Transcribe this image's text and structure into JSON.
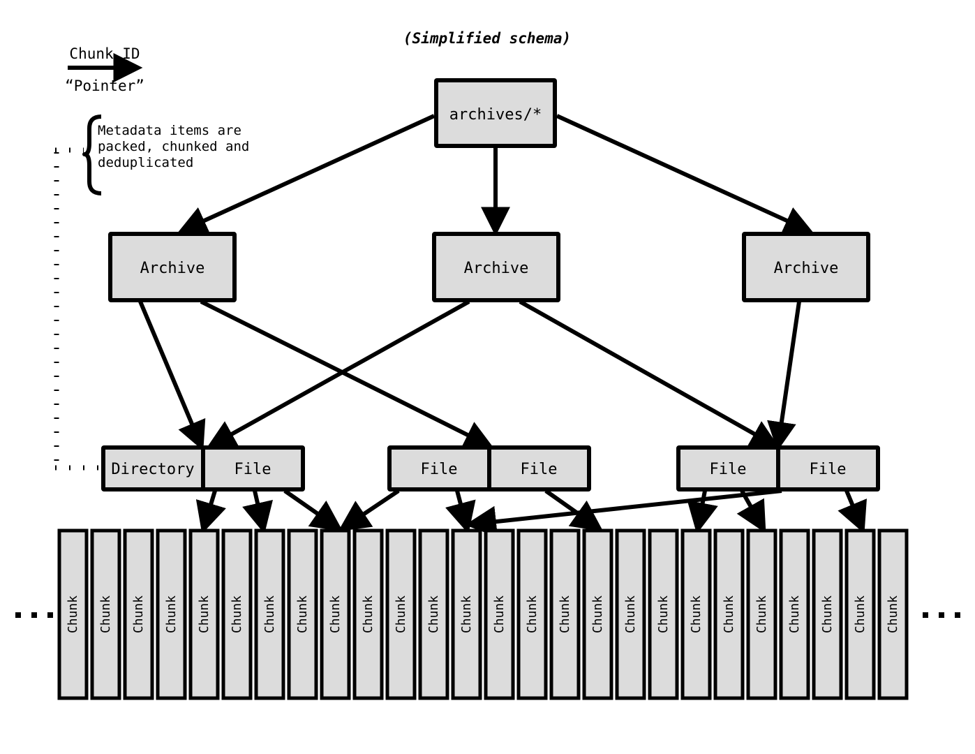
{
  "title": "(Simplified schema)",
  "legend": {
    "top_label": "Chunk ID",
    "bottom_label": "“Pointer”",
    "arrow_icon": "right-arrow-icon"
  },
  "annotation": {
    "text_line_1": "Metadata items are",
    "text_line_2": "packed, chunked and",
    "text_line_3": "deduplicated",
    "bracket_icon": "curly-brace-icon",
    "dotted_connector_icon": "dotted-line-icon"
  },
  "root": {
    "label": "archives/*"
  },
  "archives": [
    {
      "label": "Archive"
    },
    {
      "label": "Archive"
    },
    {
      "label": "Archive"
    }
  ],
  "item_groups": [
    {
      "items": [
        {
          "label": "Directory"
        },
        {
          "label": "File"
        }
      ]
    },
    {
      "items": [
        {
          "label": "File"
        },
        {
          "label": "File"
        }
      ]
    },
    {
      "items": [
        {
          "label": "File"
        },
        {
          "label": "File"
        }
      ]
    }
  ],
  "chunk_row": {
    "label": "Chunk",
    "count": 26,
    "left_ellipsis": "…",
    "right_ellipsis": "…"
  },
  "colors": {
    "box_fill": "#dcdcdc",
    "stroke": "#000000",
    "background": "#ffffff"
  }
}
